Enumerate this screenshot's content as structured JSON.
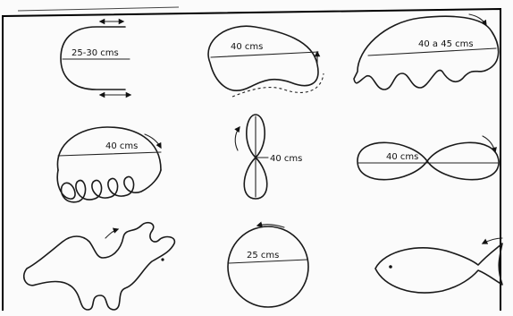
{
  "shapes": {
    "hook": {
      "label": "25-30 cms",
      "icon": "hook-shape-icon"
    },
    "kidney": {
      "label": "40 cms",
      "icon": "kidney-shape-icon"
    },
    "wave_cloud": {
      "label": "40 a 45 cms",
      "icon": "wave-cloud-shape-icon"
    },
    "dome_loops": {
      "label": "40 cms",
      "icon": "dome-loops-shape-icon"
    },
    "figure_eight": {
      "label": "40 cms",
      "icon": "figure-eight-shape-icon"
    },
    "infinity": {
      "label": "40 cms",
      "icon": "infinity-shape-icon"
    },
    "bird": {
      "icon": "bird-shape-icon"
    },
    "circle": {
      "label": "25 cms",
      "icon": "circle-shape-icon"
    },
    "fish": {
      "icon": "fish-shape-icon"
    }
  }
}
